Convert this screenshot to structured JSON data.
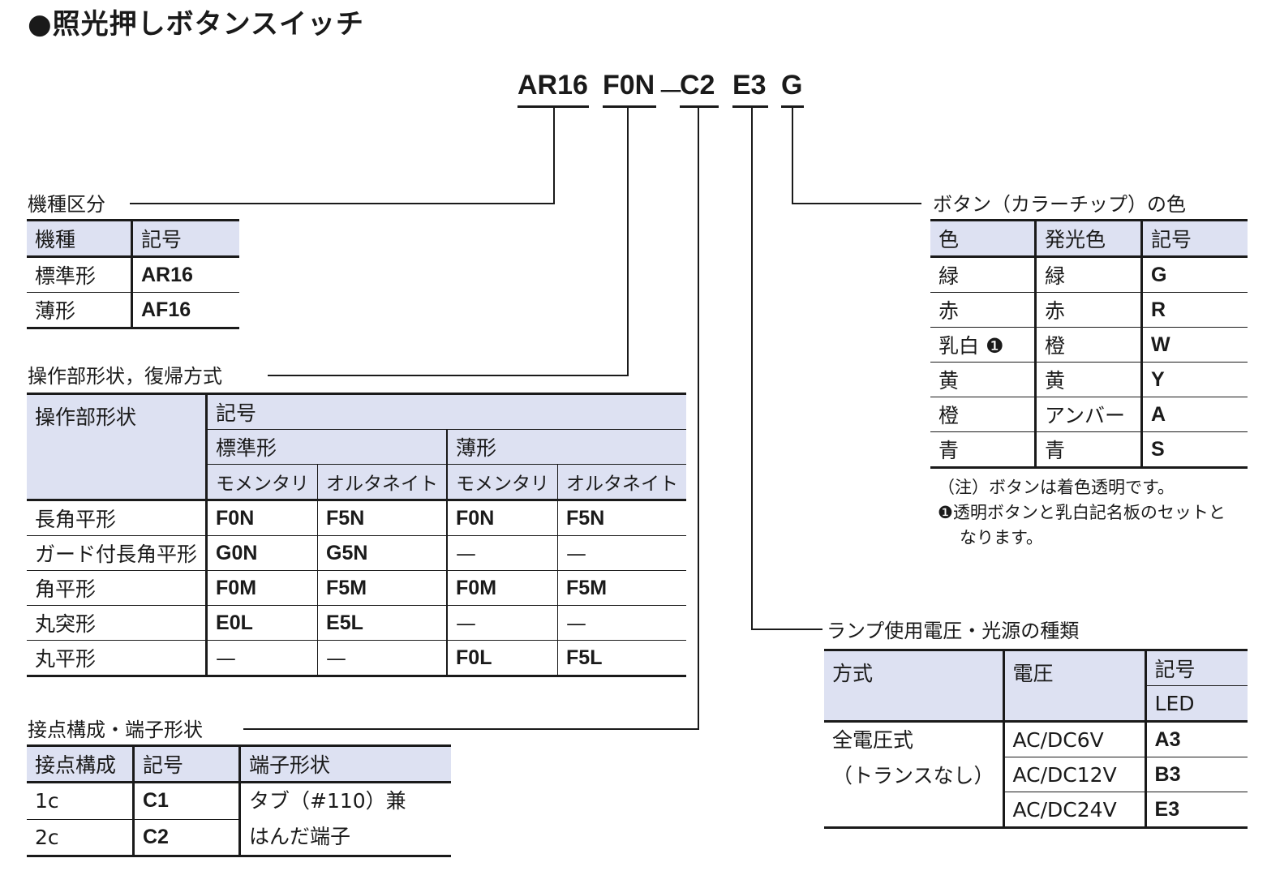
{
  "page_title": "●照光押しボタンスイッチ",
  "model_code": {
    "p1": "AR16",
    "p2": "F0N",
    "dash": "－",
    "p3": "C2",
    "p4": "E3",
    "p5": "G"
  },
  "model_type": {
    "heading": "機種区分",
    "headers": [
      "機種",
      "記号"
    ],
    "rows": [
      [
        "標準形",
        "AR16"
      ],
      [
        "薄形",
        "AF16"
      ]
    ]
  },
  "operator": {
    "heading": "操作部形状，復帰方式",
    "col_shape": "操作部形状",
    "col_symbol": "記号",
    "group_std": "標準形",
    "group_thin": "薄形",
    "sub": [
      "モメンタリ",
      "オルタネイト",
      "モメンタリ",
      "オルタネイト"
    ],
    "rows": [
      [
        "長角平形",
        "F0N",
        "F5N",
        "F0N",
        "F5N"
      ],
      [
        "ガード付長角平形",
        "G0N",
        "G5N",
        "—",
        "—"
      ],
      [
        "角平形",
        "F0M",
        "F5M",
        "F0M",
        "F5M"
      ],
      [
        "丸突形",
        "E0L",
        "E5L",
        "—",
        "—"
      ],
      [
        "丸平形",
        "—",
        "—",
        "F0L",
        "F5L"
      ]
    ]
  },
  "contact": {
    "heading": "接点構成・端子形状",
    "headers": [
      "接点構成",
      "記号",
      "端子形状"
    ],
    "rows": [
      [
        "1c",
        "C1"
      ],
      [
        "2c",
        "C2"
      ]
    ],
    "terminal_line1": "タブ（#110）兼",
    "terminal_line2": "はんだ端子"
  },
  "color": {
    "heading": "ボタン（カラーチップ）の色",
    "headers": [
      "色",
      "発光色",
      "記号"
    ],
    "rows": [
      [
        "緑",
        "緑",
        "G"
      ],
      [
        "赤",
        "赤",
        "R"
      ],
      [
        "乳白",
        "橙",
        "W"
      ],
      [
        "黄",
        "黄",
        "Y"
      ],
      [
        "橙",
        "アンバー",
        "A"
      ],
      [
        "青",
        "青",
        "S"
      ]
    ],
    "marker": "❶",
    "note1": "（注）ボタンは着色透明です。",
    "note2": "❶透明ボタンと乳白記名板のセットと",
    "note3": "なります。"
  },
  "lamp": {
    "heading": "ランプ使用電圧・光源の種類",
    "headers": [
      "方式",
      "電圧",
      "記号"
    ],
    "led": "LED",
    "method_line1": "全電圧式",
    "method_line2": "（トランスなし）",
    "rows": [
      [
        "AC/DC6V",
        "A3"
      ],
      [
        "AC/DC12V",
        "B3"
      ],
      [
        "AC/DC24V",
        "E3"
      ]
    ]
  }
}
